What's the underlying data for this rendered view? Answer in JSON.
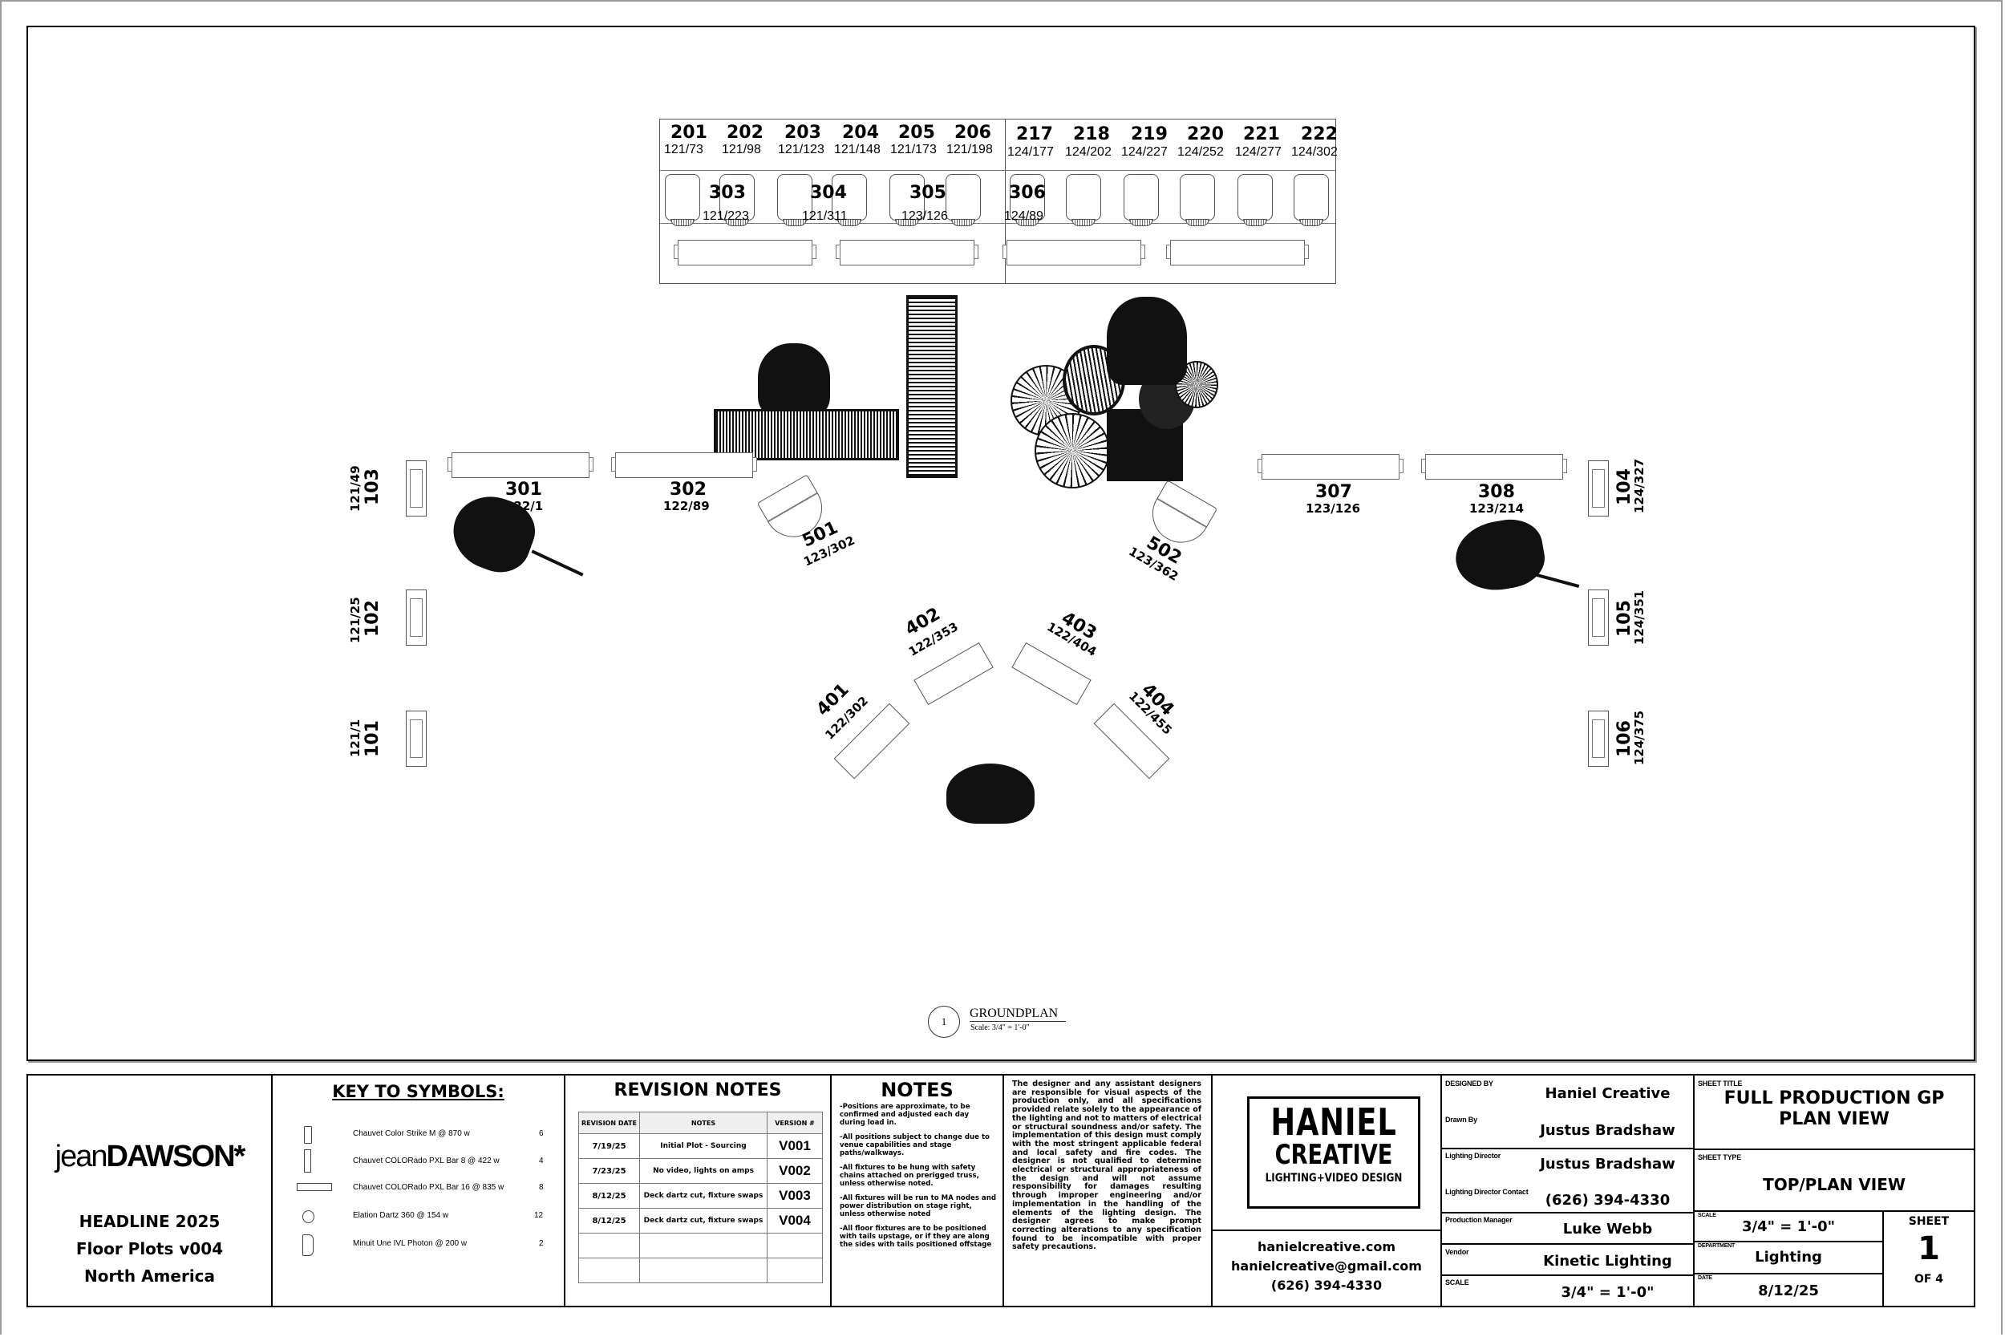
{
  "plot": {
    "upstage_fixtures": [
      {
        "id": "201",
        "addr": "121/73"
      },
      {
        "id": "202",
        "addr": "121/98"
      },
      {
        "id": "203",
        "addr": "121/123"
      },
      {
        "id": "204",
        "addr": "121/148"
      },
      {
        "id": "205",
        "addr": "121/173"
      },
      {
        "id": "206",
        "addr": "121/198"
      },
      {
        "id": "217",
        "addr": "124/177"
      },
      {
        "id": "218",
        "addr": "124/202"
      },
      {
        "id": "219",
        "addr": "124/227"
      },
      {
        "id": "220",
        "addr": "124/252"
      },
      {
        "id": "221",
        "addr": "124/277"
      },
      {
        "id": "222",
        "addr": "124/302"
      }
    ],
    "upstage_bars": [
      {
        "id": "303",
        "addr": "121/223"
      },
      {
        "id": "304",
        "addr": "121/311"
      },
      {
        "id": "305",
        "addr": "123/126"
      },
      {
        "id": "306",
        "addr": "124/89"
      }
    ],
    "side_left": [
      {
        "id": "103",
        "addr": "121/49"
      },
      {
        "id": "102",
        "addr": "121/25"
      },
      {
        "id": "101",
        "addr": "121/1"
      }
    ],
    "side_right": [
      {
        "id": "104",
        "addr": "124/327"
      },
      {
        "id": "105",
        "addr": "124/351"
      },
      {
        "id": "106",
        "addr": "124/375"
      }
    ],
    "floor_bars": [
      {
        "id": "301",
        "addr": "122/1"
      },
      {
        "id": "302",
        "addr": "122/89"
      },
      {
        "id": "307",
        "addr": "123/126"
      },
      {
        "id": "308",
        "addr": "123/214"
      }
    ],
    "angled_bars": [
      {
        "id": "401",
        "addr": "122/302"
      },
      {
        "id": "402",
        "addr": "122/353"
      },
      {
        "id": "403",
        "addr": "122/404"
      },
      {
        "id": "404",
        "addr": "122/455"
      }
    ],
    "photons": [
      {
        "id": "501",
        "addr": "123/302"
      },
      {
        "id": "502",
        "addr": "123/362"
      }
    ],
    "groundplan": {
      "number": "1",
      "title": "GROUNDPLAN",
      "scale": "Scale: 3/4\" = 1'-0\""
    }
  },
  "title_block": {
    "artist": {
      "name_light": "jean",
      "name_bold": "DAWSON*",
      "line1": "HEADLINE 2025",
      "line2": "Floor Plots v004",
      "line3": "North America"
    },
    "key": {
      "title": "KEY TO SYMBOLS:",
      "items": [
        {
          "icon": "color-strike-icon",
          "label": "Chauvet Color Strike M @ 870 w",
          "qty": "6"
        },
        {
          "icon": "pxl-bar-8-icon",
          "label": "Chauvet COLORado PXL Bar 8 @ 422 w",
          "qty": "4"
        },
        {
          "icon": "pxl-bar-16-icon",
          "label": "Chauvet COLORado PXL Bar 16 @ 835 w",
          "qty": "8"
        },
        {
          "icon": "dartz-icon",
          "label": "Elation Dartz 360 @ 154 w",
          "qty": "12"
        },
        {
          "icon": "photon-icon",
          "label": "Minuit Une IVL Photon @ 200 w",
          "qty": "2"
        }
      ]
    },
    "revisions": {
      "title": "REVISION NOTES",
      "headers": [
        "REVISION DATE",
        "NOTES",
        "VERSION #"
      ],
      "rows": [
        {
          "date": "7/19/25",
          "note": "Initial Plot - Sourcing",
          "version": "V001"
        },
        {
          "date": "7/23/25",
          "note": "No video, lights on amps",
          "version": "V002"
        },
        {
          "date": "8/12/25",
          "note": "Deck dartz cut, fixture swaps",
          "version": "V003"
        },
        {
          "date": "8/12/25",
          "note": "Deck dartz cut, fixture swaps",
          "version": "V004"
        },
        {
          "date": "",
          "note": "",
          "version": ""
        },
        {
          "date": "",
          "note": "",
          "version": ""
        }
      ]
    },
    "notes": {
      "title": "NOTES",
      "items": [
        "-Positions are approximate, to be confirmed and adjusted each day during load in.",
        "-All positions subject to change due to venue capabilities and stage paths/walkways.",
        "-All fixtures to be hung with safety chains attached on prerigged truss, unless otherwise noted.",
        "-All fixtures will be run to MA nodes and power distribution on stage right, unless otherwise noted",
        "-All floor fixtures are to be positioned with tails upstage, or if they are along the sides with tails positioned offstage"
      ]
    },
    "disclaimer": "The designer and any assistant designers are responsible for visual aspects of the production only, and all specifications provided relate solely to the appearance of the lighting and not to matters of electrical or structural soundness and/or safety. The implementation of this design must comply with the most stringent applicable federal and local safety and fire codes. The designer is not qualified to determine electrical or structural appropriateness of the design and will not assume responsibility for damages resulting through improper engineering and/or implementation in the handling of the elements of the lighting design. The designer agrees to make prompt correcting alterations to any specification found to be incompatible with proper safety precautions.",
    "company": {
      "logo_line1": "HANIEL",
      "logo_line2": "CREATIVE",
      "logo_line3": "LIGHTING+VIDEO DESIGN",
      "website": "hanielcreative.com",
      "email": "hanielcreative@gmail.com",
      "phone": "(626) 394-4330"
    },
    "credits": {
      "designed_by_label": "DESIGNED BY",
      "designed_by": "Haniel Creative",
      "drawn_by_label": "Drawn By",
      "drawn_by": "Justus Bradshaw",
      "ld_label": "Lighting Director",
      "ld": "Justus Bradshaw",
      "ld_contact_label": "Lighting Director Contact",
      "ld_contact": "(626) 394-4330",
      "pm_label": "Production Manager",
      "pm": "Luke Webb",
      "vendor_label": "Vendor",
      "vendor": "Kinetic Lighting",
      "scale_label": "SCALE",
      "scale": "3/4\" = 1'-0\""
    },
    "sheet": {
      "title_label": "SHEET TITLE",
      "title_line1": "FULL PRODUCTION GP",
      "title_line2": "PLAN VIEW",
      "type_label": "SHEET TYPE",
      "type": "TOP/PLAN VIEW",
      "scale_label": "SCALE",
      "scale": "3/4\" = 1'-0\"",
      "dept_label": "DEPARTMENT",
      "dept": "Lighting",
      "date_label": "DATE",
      "date": "8/12/25",
      "sheet_label": "SHEET",
      "sheet_num": "1",
      "sheet_of": "OF 4"
    }
  }
}
